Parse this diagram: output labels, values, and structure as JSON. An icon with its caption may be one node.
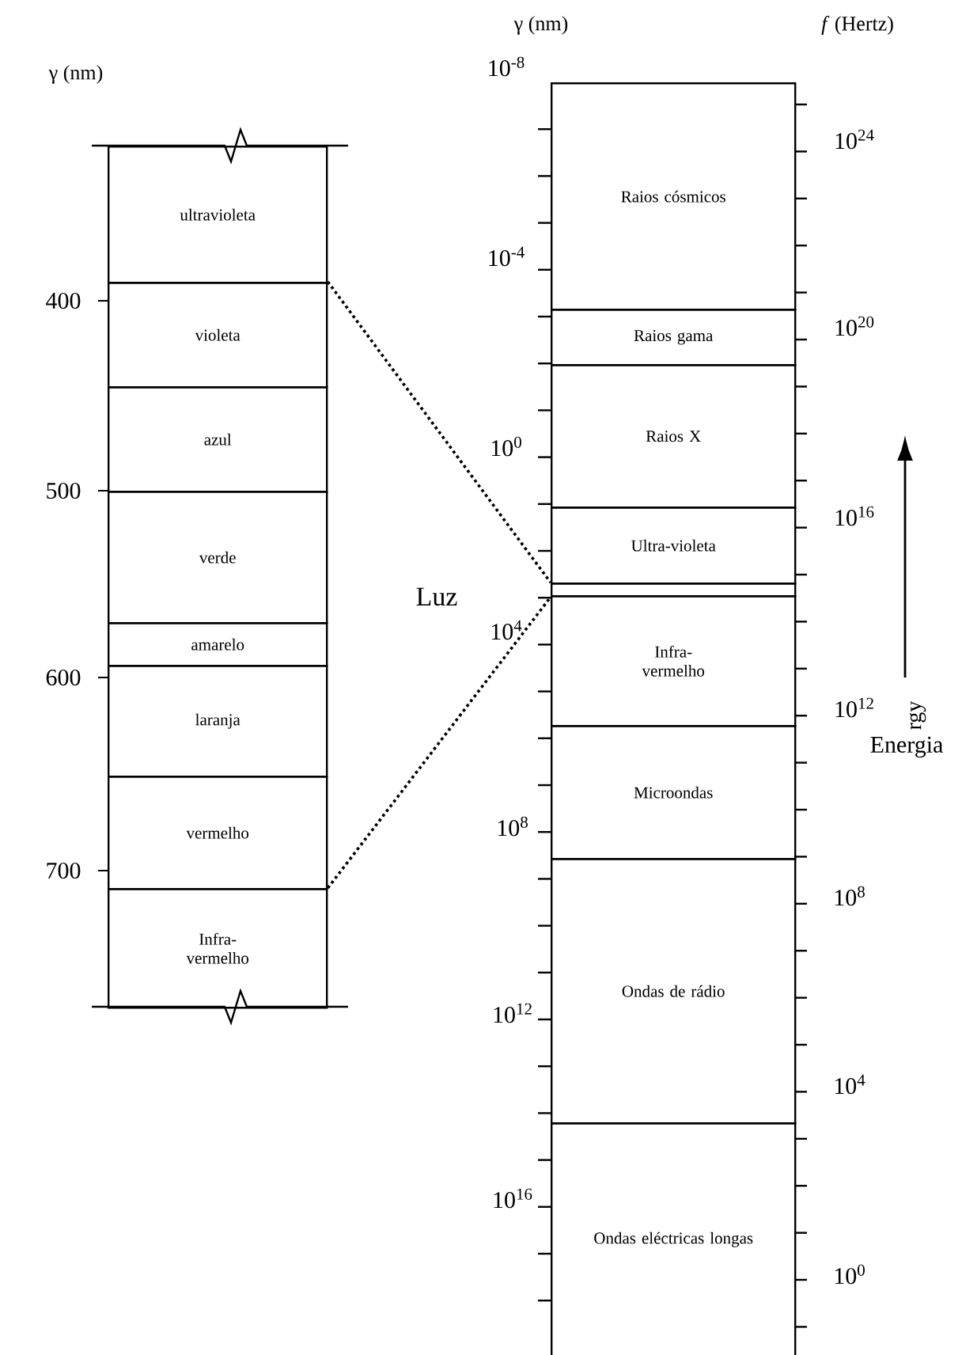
{
  "diagram": {
    "nodes": [
      {
        "text": [
          "ultravioleta"
        ]
      },
      {
        "text": [
          "violeta"
        ]
      },
      {
        "text": [
          "azul"
        ]
      },
      {
        "text": [
          "verde"
        ]
      },
      {
        "text": [
          "amarelo"
        ]
      },
      {
        "text": [
          "laranja"
        ]
      },
      {
        "text": [
          "vermelho"
        ]
      },
      {
        "text": [
          "Infra- vermelho"
        ]
      },
      {
        "text": [
          "Raios cósmicos"
        ]
      },
      {
        "text": [
          "Raios gama"
        ]
      },
      {
        "text": [
          "Raios X"
        ]
      },
      {
        "text": [
          "Ultra-violeta"
        ]
      },
      {
        "text": [],
        "shape": "box"
      },
      {
        "text": [
          "Infra- vermelho"
        ]
      },
      {
        "text": [
          "Microondas"
        ]
      },
      {
        "text": [
          "Ondas de rádio"
        ]
      },
      {
        "text": [
          "Ondas eléctricas longas"
        ]
      }
    ],
    "edges": [
      {
        "from": 1,
        "to": 12,
        "arrow": "none",
        "style": "dashed"
      },
      {
        "from": 7,
        "to": 12,
        "arrow": "none",
        "style": "dashed"
      }
    ],
    "labels": [
      "γ (nm)",
      "*f* (Hertz)",
      "10$^{-8}$",
      "γ (nm)",
      "10$^{24}$",
      "10$^{-4}$",
      "400",
      "10$^{20}$",
      "10$^{0}$",
      "500",
      "10$^{16}$",
      "Luz",
      "10$^{4}$",
      "600",
      "10$^{12}$",
      "rgy",
      "Energia",
      "10$^{8}$",
      "700",
      "10$^{8}$",
      "10$^{12}$",
      "10$^{4}$",
      "10$^{16}$",
      "10$^{0}$"
    ]
  }
}
